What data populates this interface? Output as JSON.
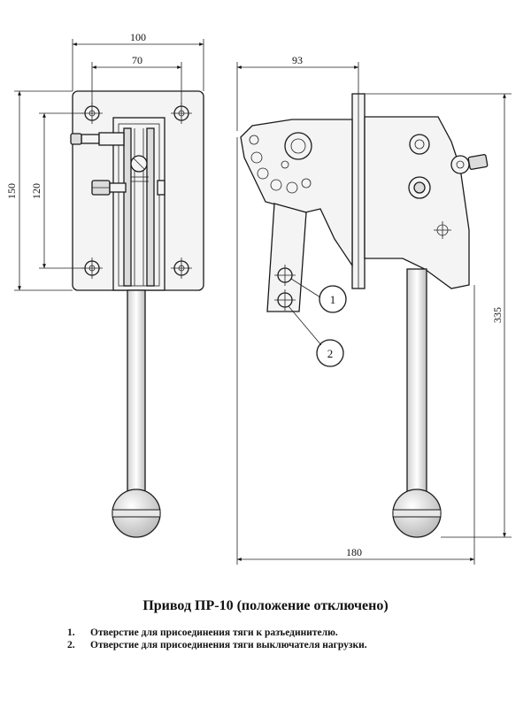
{
  "dimensions": {
    "front_width": "100",
    "front_hole_spacing": "70",
    "front_height": "150",
    "front_hole_vertical": "120",
    "side_depth": "93",
    "side_length": "180",
    "side_height": "335"
  },
  "callouts": [
    "1",
    "2"
  ],
  "caption": "Привод ПР-10 (положение отключено)",
  "notes": [
    {
      "num": "1.",
      "text": "Отверстие для присоединения тяги к разъединителю."
    },
    {
      "num": "2.",
      "text": "Отверстие для присоединения тяги выключателя нагрузки."
    }
  ]
}
